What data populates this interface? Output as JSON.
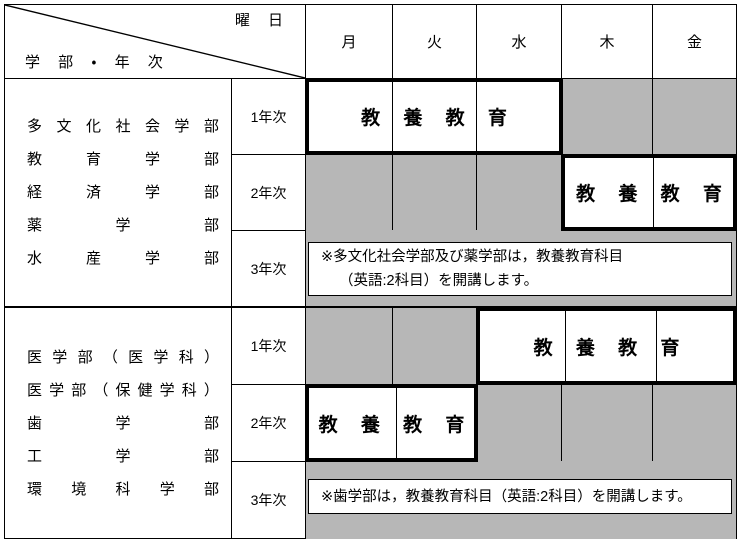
{
  "header": {
    "weekday_label": "曜 日",
    "faculty_label": "学 部 ・ 年 次",
    "days": [
      {
        "label": "月",
        "name": "monday"
      },
      {
        "label": "火",
        "name": "tuesday"
      },
      {
        "label": "水",
        "name": "wednesday"
      },
      {
        "label": "木",
        "name": "thursday"
      },
      {
        "label": "金",
        "name": "friday"
      }
    ]
  },
  "years": {
    "y1": "1年次",
    "y2": "2年次",
    "y3": "3年次"
  },
  "kyoyo_label": "教 養 教 育",
  "colors": {
    "shaded": "#b7b7b7",
    "line": "#000000",
    "background": "#ffffff"
  },
  "groups": [
    {
      "id": "group-1",
      "faculties": [
        {
          "chars": [
            "多",
            "文",
            "化",
            "社",
            "会",
            "学",
            "部"
          ]
        },
        {
          "chars": [
            "教",
            "育",
            "学",
            "部"
          ]
        },
        {
          "chars": [
            "経",
            "済",
            "学",
            "部"
          ]
        },
        {
          "chars": [
            "薬",
            "学",
            "部"
          ]
        },
        {
          "chars": [
            "水",
            "産",
            "学",
            "部"
          ]
        }
      ],
      "rows": [
        {
          "year": "1年次",
          "kyoyo_days": [
            "月",
            "火",
            "水"
          ],
          "shaded_days": [
            "木",
            "金"
          ]
        },
        {
          "year": "2年次",
          "kyoyo_days": [
            "木",
            "金"
          ],
          "shaded_days": [
            "月",
            "火",
            "水"
          ]
        },
        {
          "year": "3年次",
          "kyoyo_days": [],
          "shaded_days": [
            "月",
            "火",
            "水",
            "木",
            "金"
          ]
        }
      ],
      "note": {
        "line1": "※多文化社会学部及び薬学部は，教養教育科目",
        "line2": "（英語:2科目）を開講します。"
      }
    },
    {
      "id": "group-2",
      "faculties": [
        {
          "chars": [
            "医",
            "学",
            "部",
            "（",
            "医",
            "学",
            "科",
            "）"
          ]
        },
        {
          "chars": [
            "医",
            "学",
            "部",
            "（",
            "保",
            "健",
            "学",
            "科",
            "）"
          ]
        },
        {
          "chars": [
            "歯",
            "学",
            "部"
          ]
        },
        {
          "chars": [
            "工",
            "学",
            "部"
          ]
        },
        {
          "chars": [
            "環",
            "境",
            "科",
            "学",
            "部"
          ]
        }
      ],
      "rows": [
        {
          "year": "1年次",
          "kyoyo_days": [
            "水",
            "木",
            "金"
          ],
          "shaded_days": [
            "月",
            "火"
          ]
        },
        {
          "year": "2年次",
          "kyoyo_days": [
            "月",
            "火"
          ],
          "shaded_days": [
            "水",
            "木",
            "金"
          ]
        },
        {
          "year": "3年次",
          "kyoyo_days": [],
          "shaded_days": [
            "月",
            "火",
            "水",
            "木",
            "金"
          ]
        }
      ],
      "note": {
        "line1": "※歯学部は，教養教育科目（英語:2科目）を開講します。",
        "line2": ""
      }
    }
  ],
  "faculty_lines": {
    "g1l1": "多 文 化 社 会 学 部",
    "g1l2": "教　　育　　学　　部",
    "g1l3": "経　　済　　学　　部",
    "g1l4": "薬　　　学　　　部",
    "g1l5": "水　産　学　部",
    "g2l1": "医 学 部（医 学 科 ）",
    "g2l2": "医 学 部（保 健 学 科 ）",
    "g2l3": "歯　　学　　部",
    "g2l4": "工　　学　　部",
    "g2l5": "環 境 科 学 部"
  }
}
